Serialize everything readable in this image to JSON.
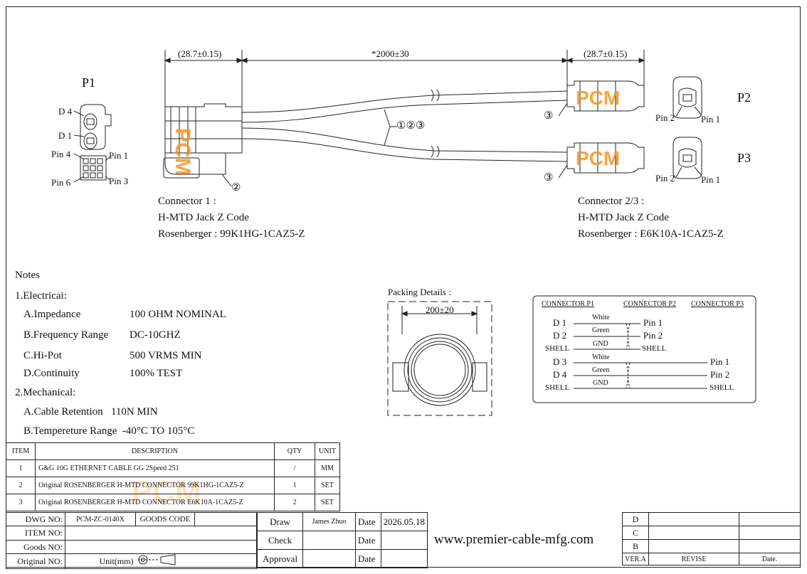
{
  "dims": {
    "left_length": "(28.7±0.15)",
    "cable_length": "*2000±30",
    "right_length": "(28.7±0.15)"
  },
  "ports": {
    "p1": "P1",
    "p2": "P2",
    "p3": "P3",
    "p1_d4": "D 4",
    "p1_d1": "D 1",
    "p1_pin4": "Pin 4",
    "p1_pin1": "Pin 1",
    "p1_pin6": "Pin 6",
    "p1_pin3": "Pin 3",
    "p2_pin2": "Pin 2",
    "p2_pin1": "Pin 1",
    "p3_pin2": "Pin 2",
    "p3_pin1": "Pin 1"
  },
  "callouts": {
    "c2": "②",
    "c3a": "③",
    "c3b": "③",
    "c123": "①②③"
  },
  "watermark": "PCM",
  "connector1": {
    "line1": "Connector 1 :",
    "line2": "H-MTD Jack Z Code",
    "line3": "Rosenberger : 99K1HG-1CAZ5-Z"
  },
  "connector23": {
    "line1": "Connector 2/3 :",
    "line2": "H-MTD Jack Z Code",
    "line3": "Rosenberger : E6K10A-1CAZ5-Z"
  },
  "notes": {
    "title": "Notes",
    "electrical": "1.Electricai:",
    "impedance_label": "A.Impedance",
    "impedance_value": "100 OHM NOMINAL",
    "freq_label": "B.Frequency Range",
    "freq_value": "DC-10GHZ",
    "hipot_label": "C.Hi-Pot",
    "hipot_value": "500 VRMS MIN",
    "continuity_label": "D.Continuity",
    "continuity_value": "100% TEST",
    "mechanical": "2.Mechanical:",
    "retention": "A.Cable Retention   110N MIN",
    "temp": "B.Tempereture Range  -40°C TO 105°C"
  },
  "packing": {
    "title": "Packing Details :",
    "dim": "200±20"
  },
  "wiring": {
    "h1": "CONNECTOR P1",
    "h2": "CONNECTOR P2",
    "h3": "CONNECTOR P3",
    "rows": [
      {
        "left": "D 1",
        "wire": "White",
        "right": "Pin 1"
      },
      {
        "left": "D 2",
        "wire": "Green",
        "right": "Pin 2"
      },
      {
        "left": "SHELL",
        "wire": "GND",
        "right": "SHELL"
      },
      {
        "left": "D 3",
        "wire": "White",
        "right": "Pin 1"
      },
      {
        "left": "D 4",
        "wire": "Green",
        "right": "Pin 2"
      },
      {
        "left": "SHELL",
        "wire": "GND",
        "right": "SHELL"
      }
    ]
  },
  "bom": {
    "headers": [
      "ITEM",
      "DESCRIPTION",
      "QTY",
      "UNIT"
    ],
    "rows": [
      [
        "1",
        "G&G 10G ETHERNET CABLE GG 2Speed 251",
        "/",
        "MM"
      ],
      [
        "2",
        "Original ROSENBERGER H-MTD CONNECTOR 99K1HG-1CAZ5-Z",
        "1",
        "SET"
      ],
      [
        "3",
        "Original ROSENBERGER H-MTD CONNECTOR E6K10A-1CAZ5-Z",
        "2",
        "SET"
      ]
    ]
  },
  "title_block": {
    "dwg_no_label": "DWG NO:",
    "dwg_no": "PCM-ZC-0140X",
    "goods_code_label": "GOODS CODE",
    "item_no_label": "ITEM NO:",
    "goods_no_label": "Goods NO:",
    "original_no_label": "Original NO:",
    "unit_label": "Unit(mm)",
    "draw_label": "Draw",
    "draw_name": "James Zhuo",
    "check_label": "Check",
    "approval_label": "Approval",
    "date_label": "Date",
    "date_value": "2026.05.18",
    "website": "www.premier-cable-mfg.com",
    "rev_d": "D",
    "rev_c": "C",
    "rev_b": "B",
    "ver_label": "VER.A",
    "revise_label": "REVISE",
    "date_col": "Date."
  }
}
